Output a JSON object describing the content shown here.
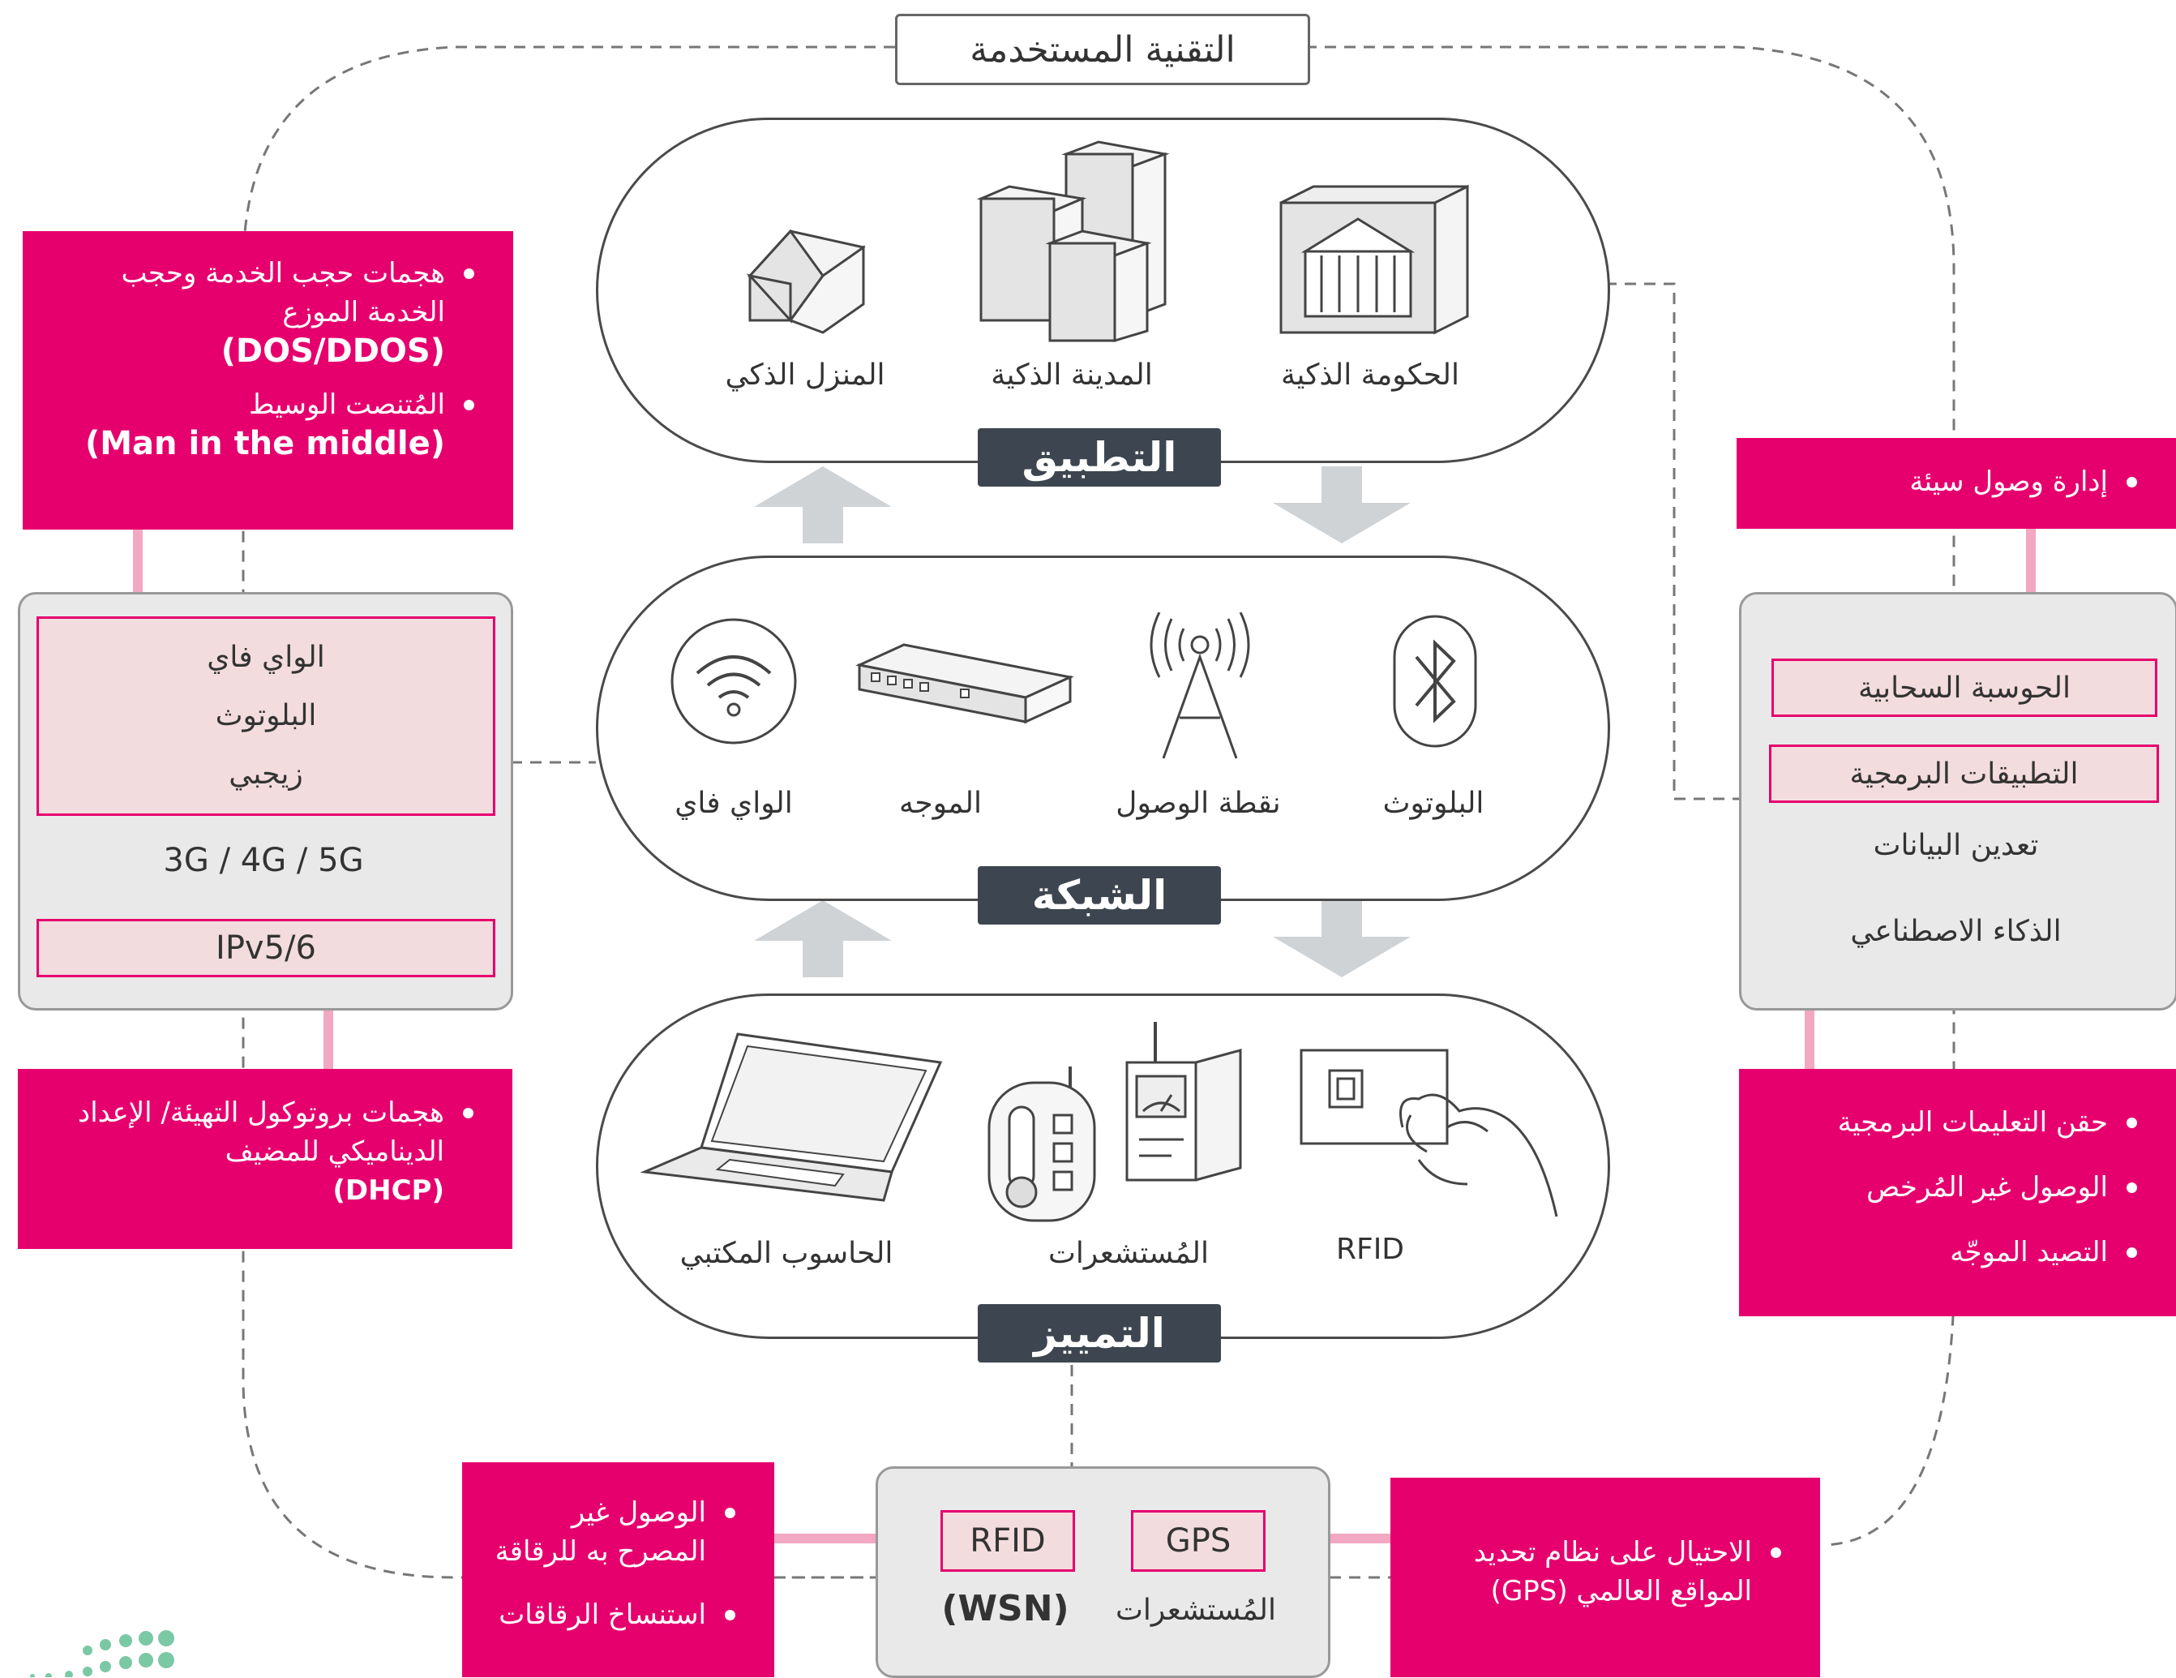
{
  "title": "التقنية المستخدمة",
  "layers": {
    "application": {
      "label": "التطبيق",
      "items": [
        "الحكومة الذكية",
        "المدينة الذكية",
        "المنزل الذكي"
      ]
    },
    "network": {
      "label": "الشبكة",
      "items": [
        "البلوتوث",
        "نقطة الوصول",
        "الموجه",
        "الواي فاي"
      ]
    },
    "perception": {
      "label": "التمييز",
      "items": [
        "RFID",
        "المُستشعرات",
        "الحاسوب المكتبي"
      ]
    }
  },
  "left_tech": {
    "group": [
      "الواي فاي",
      "البلوتوث",
      "زيجبي"
    ],
    "cellular": "3G / 4G / 5G",
    "ip": "IPv5/6"
  },
  "right_tech": {
    "cloud": "الحوسبة السحابية",
    "software": "التطبيقات البرمجية",
    "mining": "تعدين البيانات",
    "ai": "الذكاء الاصطناعي"
  },
  "bottom_tech": {
    "gps": "GPS",
    "rfid": "RFID",
    "sensors": "المُستشعرات",
    "wsn": "(WSN)"
  },
  "threats": {
    "left_top": {
      "item1_text": "هجمات حجب الخدمة وحجب الخدمة الموزع",
      "item1_sub": "(DOS/DDOS)",
      "item2_text": "المُتنصت الوسيط",
      "item2_sub": "(Man in the middle)"
    },
    "left_bottom": {
      "item1_text": "هجمات بروتوكول التهيئة/ الإعداد الديناميكي للمضيف",
      "item1_sub": "(DHCP)"
    },
    "right_top": {
      "item1": "إدارة وصول سيئة"
    },
    "right_bottom": {
      "items": [
        "حقن التعليمات البرمجية",
        "الوصول غير المُرخص",
        "التصيد الموجّه"
      ]
    },
    "bottom_left": {
      "items": [
        "الوصول غير المصرح به للرقاقة",
        "استنساخ الرقاقات"
      ]
    },
    "bottom_right": {
      "item1": "الاحتيال على نظام تحديد المواقع العالمي (GPS)"
    }
  },
  "colors": {
    "accent": "#e6006e",
    "label_bar": "#3d4650",
    "tech_box": "#e9e9e9"
  }
}
